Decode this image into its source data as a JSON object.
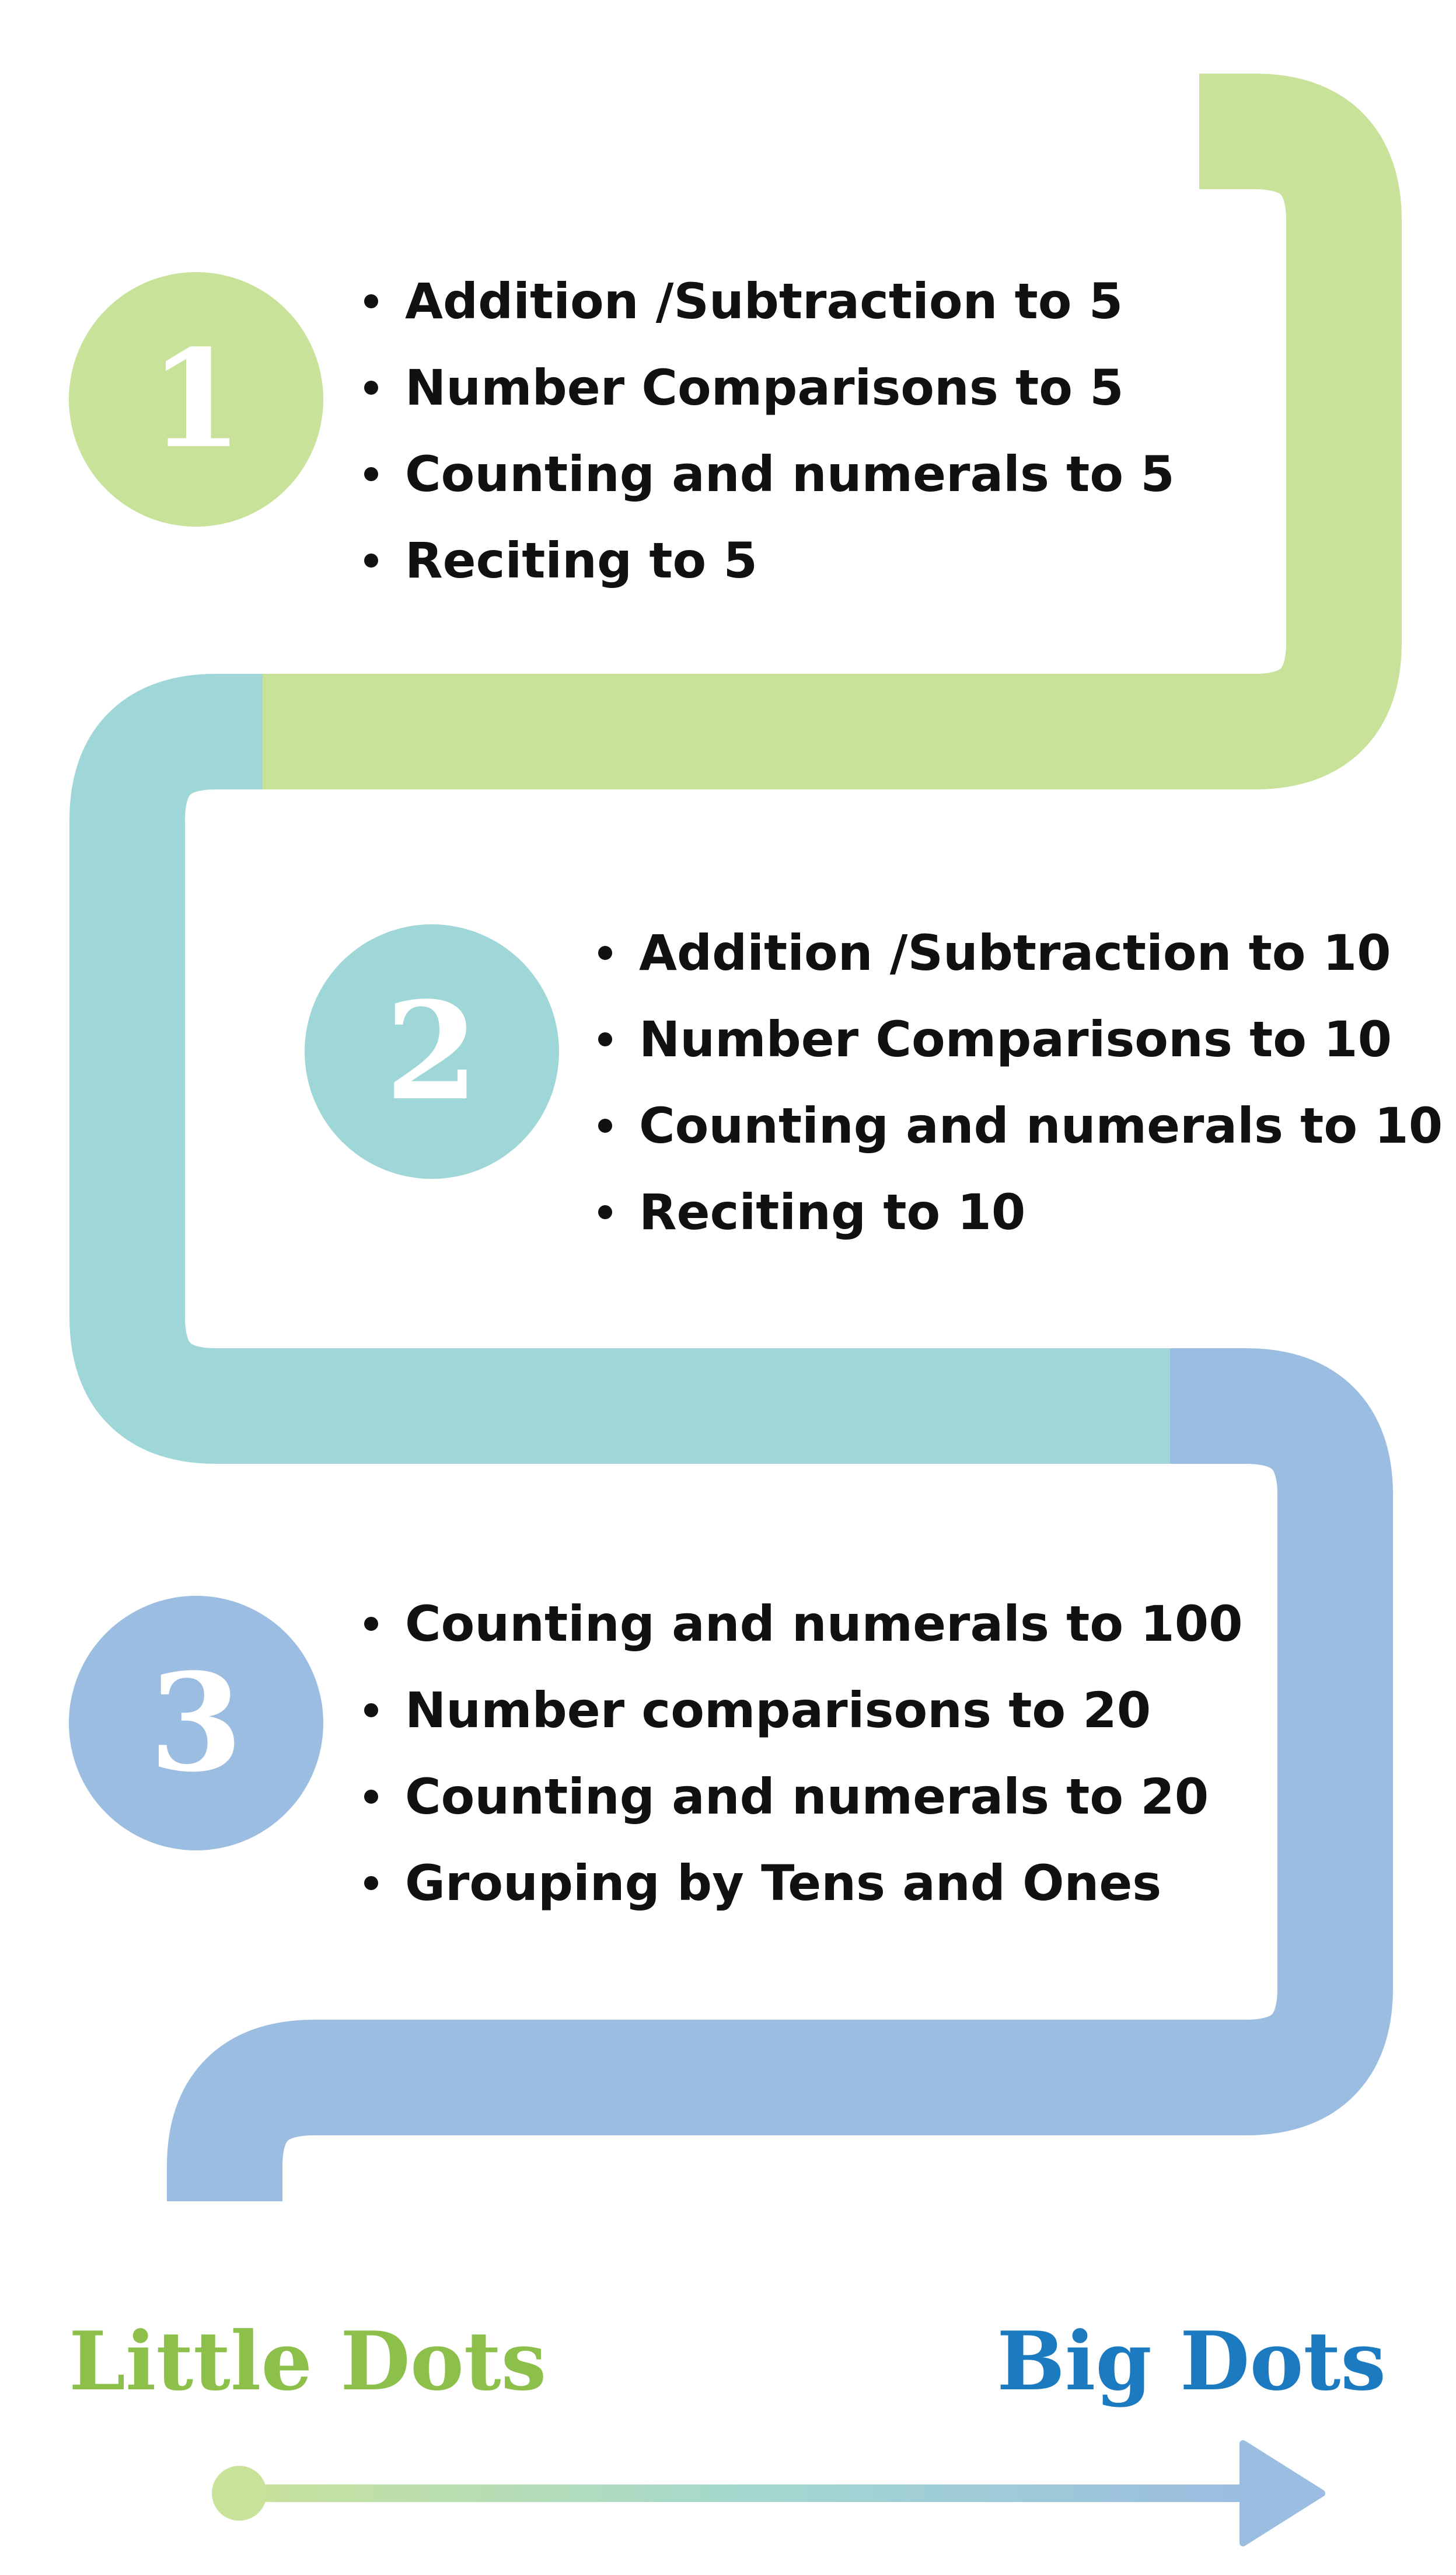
{
  "steps": [
    {
      "number": "1",
      "color": "#c9e29a",
      "items": [
        "Addition /Subtraction to 5",
        "Number Comparisons to 5",
        "Counting and numerals to 5",
        "Reciting to 5"
      ]
    },
    {
      "number": "2",
      "color": "#9fd7d8",
      "items": [
        "Addition /Subtraction to 10",
        "Number Comparisons to 10",
        "Counting and numerals to 10",
        "Reciting to 10"
      ]
    },
    {
      "number": "3",
      "color": "#9abde1",
      "items": [
        "Counting and numerals to 100",
        "Number comparisons to 20",
        "Counting and numerals to 20",
        "Grouping by Tens and Ones"
      ]
    }
  ],
  "scale": {
    "start_label": "Little Dots",
    "end_label": "Big Dots",
    "start_color": "#8cc04a",
    "end_color": "#1b7ac0"
  }
}
